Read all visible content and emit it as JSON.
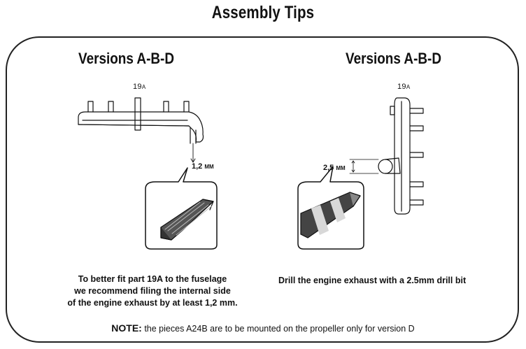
{
  "header": {
    "title": "Assembly Tips"
  },
  "left": {
    "title": "Versions A-B-D",
    "part_label_num": "19",
    "part_label_letter": "A",
    "dim_value": "1,2",
    "dim_unit": "MM",
    "caption_line1": "To better fit part 19A to the fuselage",
    "caption_line2": "we recommend filing the internal side",
    "caption_line3": "of the engine exhaust by at least 1,2 mm."
  },
  "right": {
    "title": "Versions A-B-D",
    "part_label_num": "19",
    "part_label_letter": "A",
    "dim_value": "2,5",
    "dim_unit": "MM",
    "caption": "Drill the engine exhaust with a 2.5mm drill bit"
  },
  "note": {
    "label": "NOTE:",
    "text": " the pieces A24B are to be mounted on the propeller only for version D"
  },
  "colors": {
    "ink": "#111111",
    "frame": "#222222",
    "file_gray": "#555555",
    "drill_light": "#d8d8d8",
    "drill_dark": "#444444"
  }
}
